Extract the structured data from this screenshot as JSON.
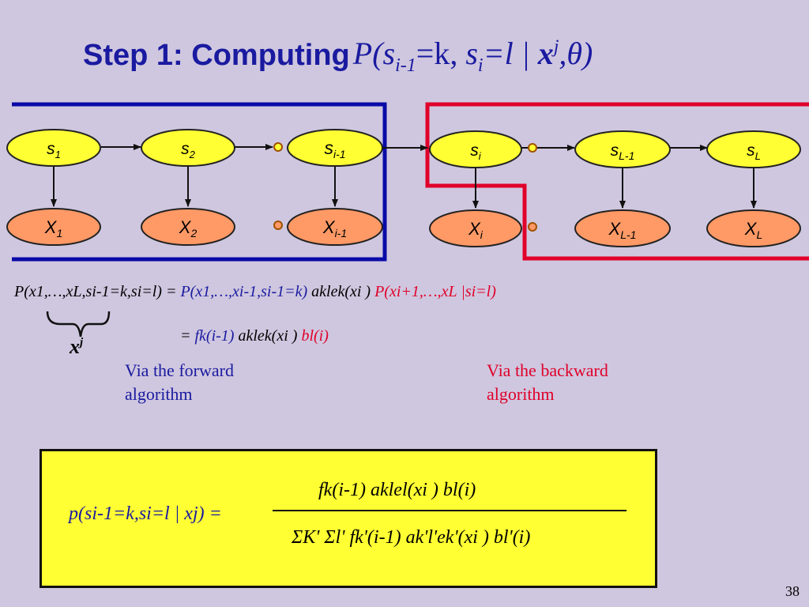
{
  "title": {
    "lead": "Step 1: Computing",
    "math": {
      "p": "P(",
      "s": "s",
      "sub1": "i-1",
      "mid": "=k, ",
      "s2": "s",
      "sub2": "i",
      "eql": "=l | ",
      "x": "x",
      "sup": "j",
      "rest": ",θ)"
    }
  },
  "nodes": {
    "states": [
      {
        "base": "s",
        "sub": "1"
      },
      {
        "base": "s",
        "sub": "2"
      },
      {
        "base": "s",
        "sub": "i-1"
      },
      {
        "base": "s",
        "sub": "i"
      },
      {
        "base": "s",
        "sub": "L-1"
      },
      {
        "base": "s",
        "sub": "L"
      }
    ],
    "emissions": [
      {
        "base": "X",
        "sub": "1"
      },
      {
        "base": "X",
        "sub": "2"
      },
      {
        "base": "X",
        "sub": "i-1"
      },
      {
        "base": "X",
        "sub": "i"
      },
      {
        "base": "X",
        "sub": "L-1"
      },
      {
        "base": "X",
        "sub": "L"
      }
    ]
  },
  "colors": {
    "forward_box": "#0a0aa8",
    "backward_box": "#e0002a",
    "state_fill": "#ffff33",
    "emission_fill": "#ff9966",
    "panel_fill": "#ffff33",
    "background": "#cfc7df",
    "title": "#1a1aa0"
  },
  "eq1": {
    "lhs": "P(x1,…,xL,si-1=k,si=l) = ",
    "fwd_part": "P(x1,…,xi-1,si-1=k)",
    "mid_part": "aklek(xi )",
    "bwd_part": "P(xi+1,…,xL |si=l)"
  },
  "xj_label": {
    "x": "x",
    "sup": "j"
  },
  "eq2": {
    "eq": "= ",
    "f": "fk(i-1)",
    "mid": "aklek(xi )",
    "b": "bl(i)"
  },
  "notes": {
    "forward": [
      "Via the forward",
      "algorithm"
    ],
    "backward": [
      "Via the backward",
      "algorithm"
    ]
  },
  "formula": {
    "lhs": "p(si-1=k,si=l | xj) = ",
    "numerator": "fk(i-1) aklel(xi ) bl(i)",
    "denominator": "ΣK' Σl' fk'(i-1) ak'l'ek'(xi ) bl'(i)"
  },
  "page_number": "38"
}
